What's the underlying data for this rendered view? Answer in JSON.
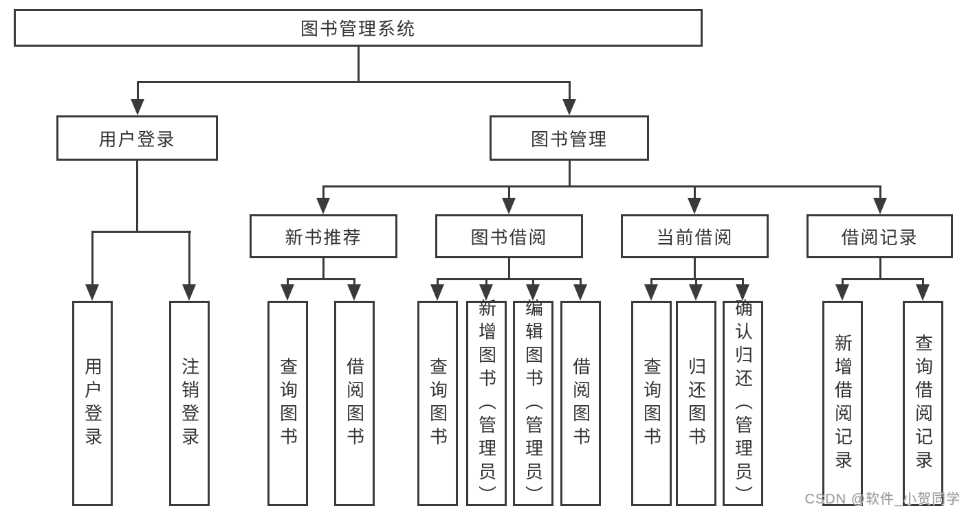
{
  "page": {
    "watermark": "CSDN @软件_小贺同学"
  },
  "colors": {
    "line": "#3a3a3a",
    "box_border": "#3a3a3a",
    "box_fill": "#ffffff",
    "text": "#333333",
    "watermark": "#9b9b9b"
  },
  "tree": {
    "root": {
      "label": "图书管理系统"
    },
    "branches": [
      {
        "label": "用户登录",
        "children": [
          {
            "label": "用户登录"
          },
          {
            "label": "注销登录"
          }
        ]
      },
      {
        "label": "图书管理",
        "children": [
          {
            "label": "新书推荐",
            "children": [
              {
                "label": "查询图书"
              },
              {
                "label": "借阅图书"
              }
            ]
          },
          {
            "label": "图书借阅",
            "children": [
              {
                "label": "查询图书"
              },
              {
                "label": "新增图书（管理员）"
              },
              {
                "label": "编辑图书（管理员）"
              },
              {
                "label": "借阅图书"
              }
            ]
          },
          {
            "label": "当前借阅",
            "children": [
              {
                "label": "查询图书"
              },
              {
                "label": "归还图书"
              },
              {
                "label": "确认归还（管理员）"
              }
            ]
          },
          {
            "label": "借阅记录",
            "children": [
              {
                "label": "新增借阅记录"
              },
              {
                "label": "查询借阅记录"
              }
            ]
          }
        ]
      }
    ]
  }
}
